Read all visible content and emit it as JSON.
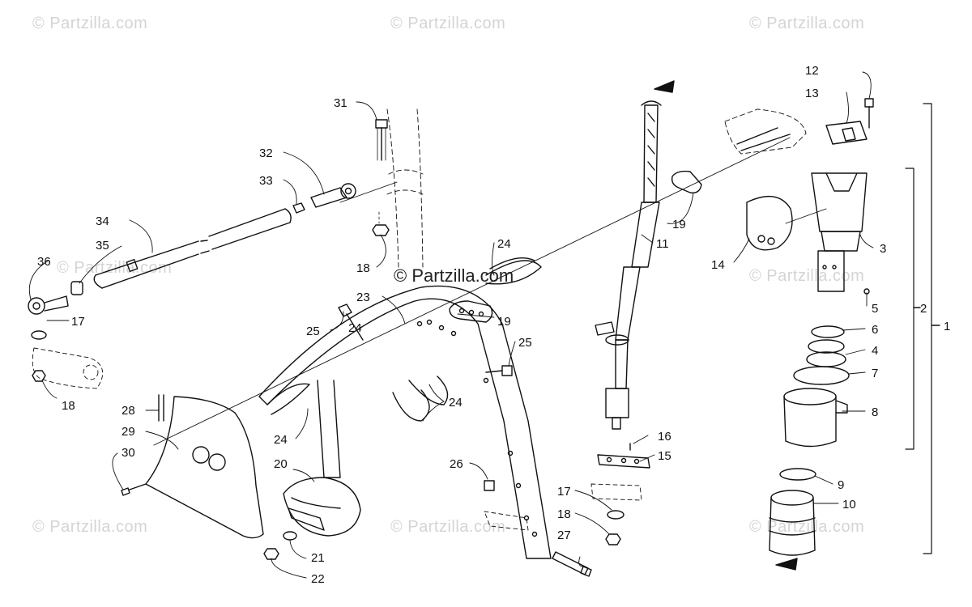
{
  "watermark": {
    "text": "© Partzilla.com",
    "center_text": "© Partzilla.com"
  },
  "callouts": [
    "1",
    "2",
    "3",
    "4",
    "5",
    "6",
    "7",
    "8",
    "9",
    "10",
    "11",
    "12",
    "13",
    "14",
    "15",
    "16",
    "17",
    "17",
    "18",
    "18",
    "18",
    "19",
    "19",
    "20",
    "21",
    "22",
    "23",
    "24",
    "24",
    "24",
    "24",
    "25",
    "25",
    "26",
    "27",
    "28",
    "29",
    "30",
    "31",
    "32",
    "33",
    "34",
    "35",
    "36"
  ]
}
